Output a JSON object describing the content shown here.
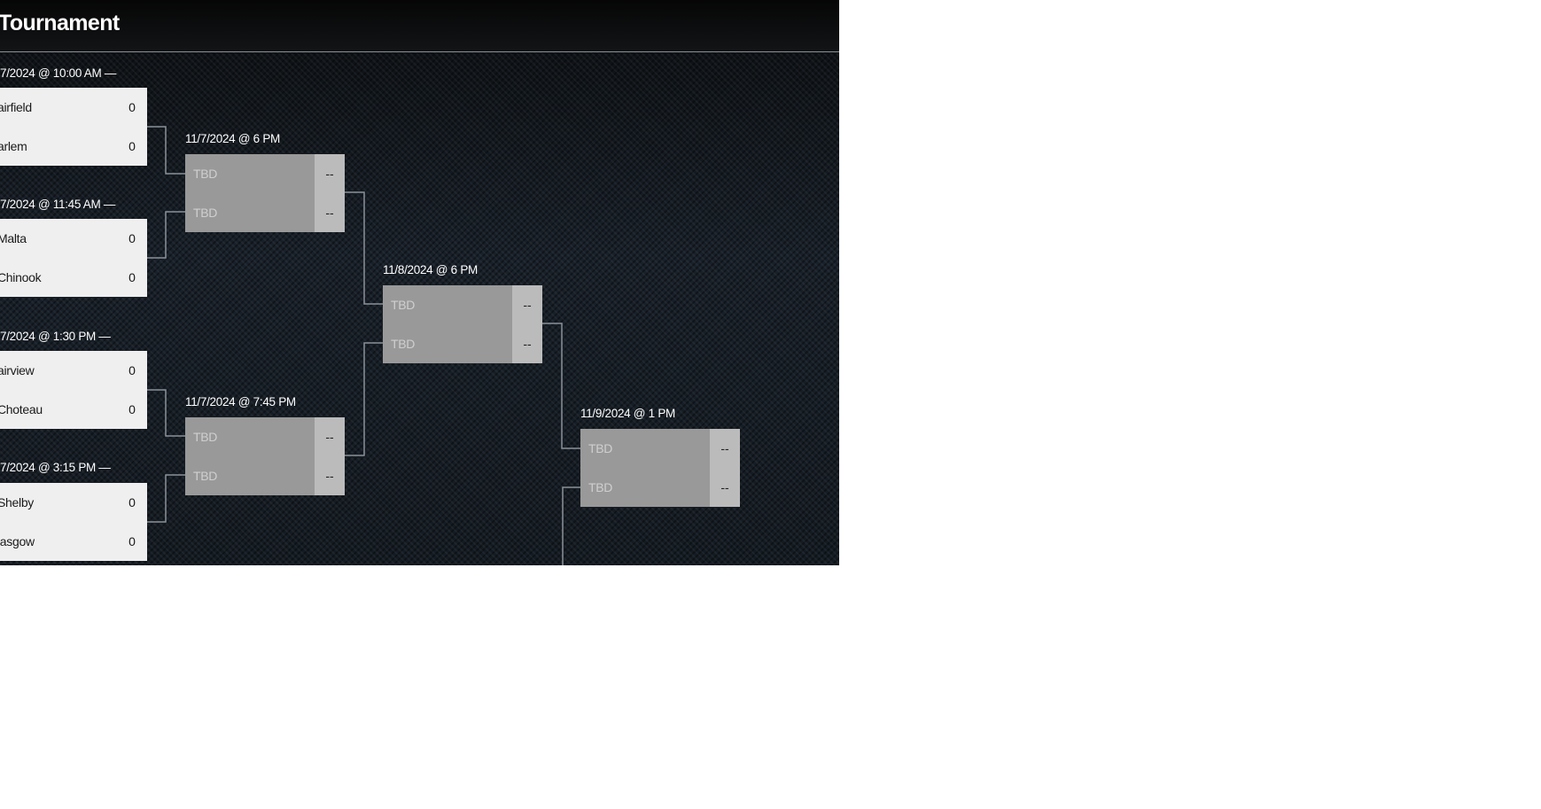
{
  "tournament": {
    "title": "Tournament"
  },
  "round1": [
    {
      "label": "7/2024 @ 10:00 AM —",
      "teams": [
        {
          "name": "airfield",
          "score": "0"
        },
        {
          "name": "arlem",
          "score": "0"
        }
      ]
    },
    {
      "label": "7/2024 @ 11:45 AM —",
      "teams": [
        {
          "name": "Malta",
          "score": "0"
        },
        {
          "name": "Chinook",
          "score": "0"
        }
      ]
    },
    {
      "label": "7/2024 @ 1:30 PM —",
      "teams": [
        {
          "name": "airview",
          "score": "0"
        },
        {
          "name": "Choteau",
          "score": "0"
        }
      ]
    },
    {
      "label": "7/2024 @ 3:15 PM —",
      "teams": [
        {
          "name": "Shelby",
          "score": "0"
        },
        {
          "name": "lasgow",
          "score": "0"
        }
      ]
    }
  ],
  "round2": [
    {
      "label": "11/7/2024 @ 6 PM",
      "teams": [
        {
          "name": "TBD",
          "score": "--"
        },
        {
          "name": "TBD",
          "score": "--"
        }
      ]
    },
    {
      "label": "11/7/2024 @ 7:45 PM",
      "teams": [
        {
          "name": "TBD",
          "score": "--"
        },
        {
          "name": "TBD",
          "score": "--"
        }
      ]
    }
  ],
  "round3": [
    {
      "label": "11/8/2024 @ 6 PM",
      "teams": [
        {
          "name": "TBD",
          "score": "--"
        },
        {
          "name": "TBD",
          "score": "--"
        }
      ]
    }
  ],
  "round4": [
    {
      "label": "11/9/2024 @ 1 PM",
      "teams": [
        {
          "name": "TBD",
          "score": "--"
        },
        {
          "name": "TBD",
          "score": "--"
        }
      ]
    }
  ],
  "colors": {
    "background": "#151a20",
    "header": "#0a0b0c",
    "completed_match": "#efefef",
    "pending_match": "#999999",
    "pending_score": "#bbbbbb",
    "connector": "#8a9199"
  }
}
